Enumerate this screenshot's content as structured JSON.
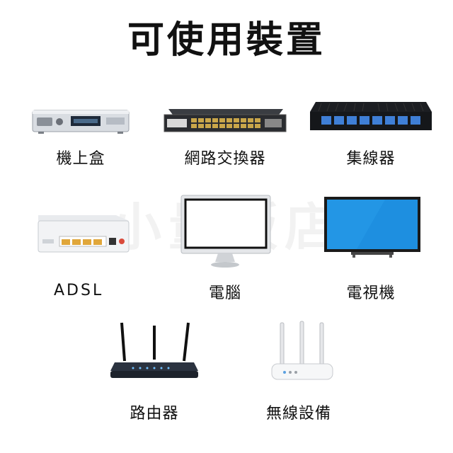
{
  "title": "可使用裝置",
  "watermark": "小量販店",
  "devices": [
    {
      "label": "機上盒",
      "icon": "set-top-box-icon"
    },
    {
      "label": "網路交換器",
      "icon": "network-switch-icon"
    },
    {
      "label": "集線器",
      "icon": "hub-icon"
    },
    {
      "label": "ADSL",
      "icon": "adsl-modem-icon"
    },
    {
      "label": "電腦",
      "icon": "computer-monitor-icon"
    },
    {
      "label": "電視機",
      "icon": "television-icon"
    },
    {
      "label": "路由器",
      "icon": "router-icon"
    },
    {
      "label": "無線設備",
      "icon": "wireless-device-icon"
    }
  ]
}
